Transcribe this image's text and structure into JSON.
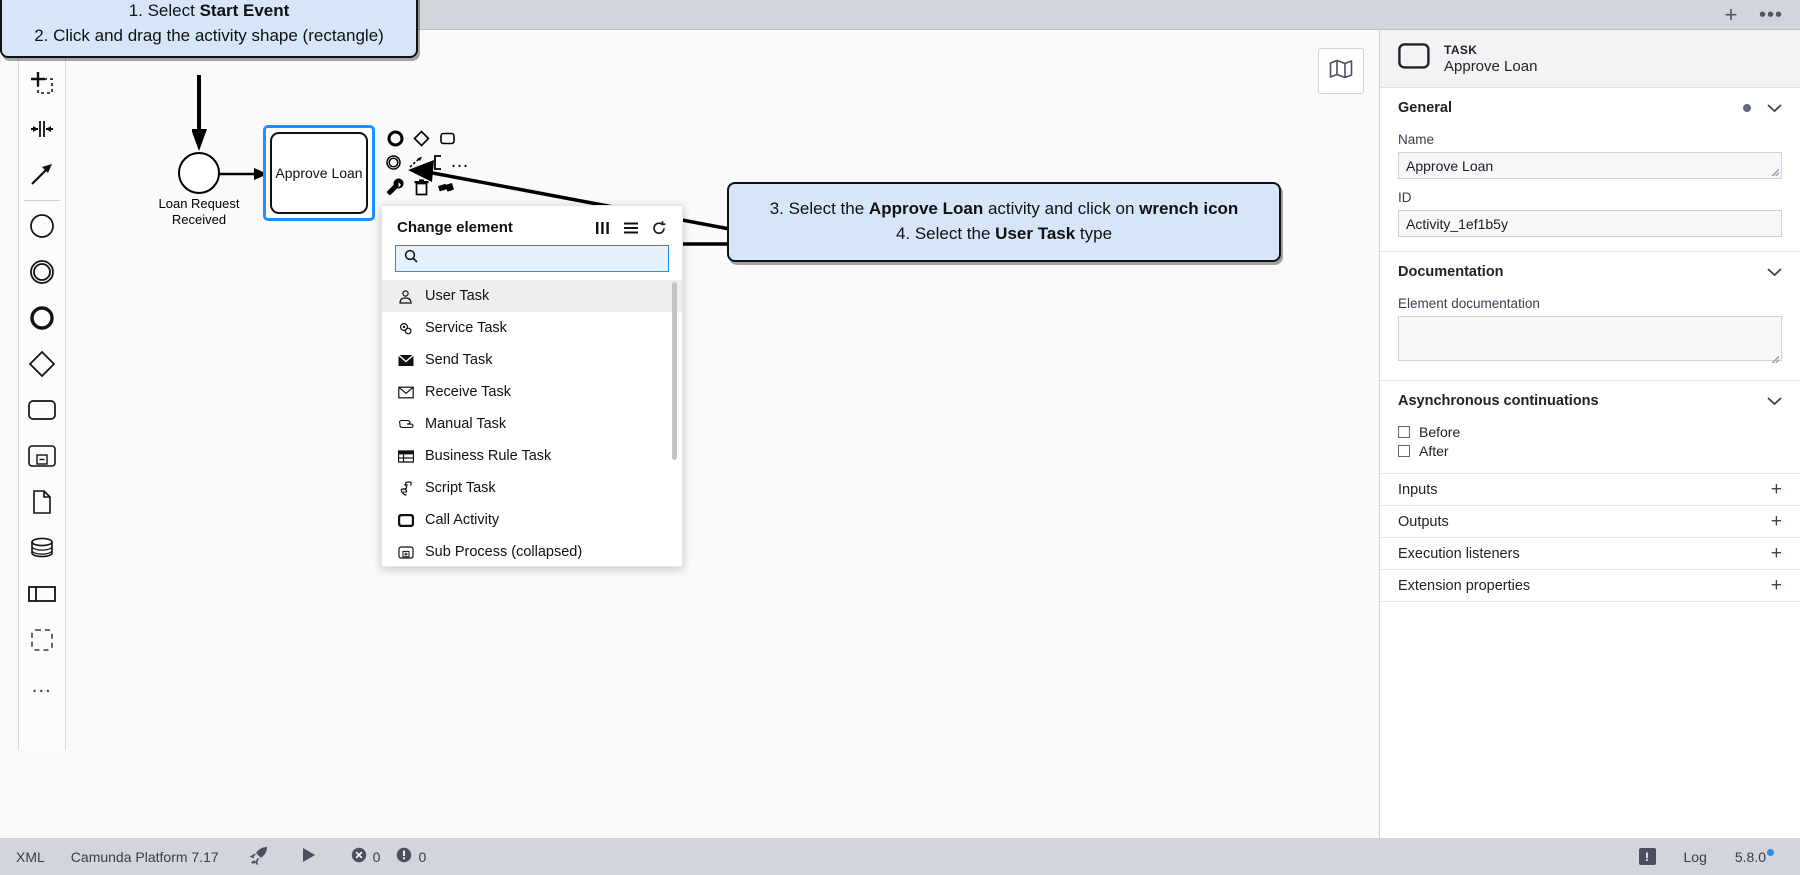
{
  "topbar": {
    "add_label": "+",
    "more_label": "•••"
  },
  "palette": {
    "items": [
      {
        "name": "lasso-tool-icon",
        "label": "Activate the lasso tool"
      },
      {
        "name": "space-tool-icon",
        "label": "Activate the create/remove space tool"
      },
      {
        "name": "connect-tool-icon",
        "label": "Activate the global connect tool"
      },
      {
        "name": "start-event-icon",
        "label": "Create StartEvent"
      },
      {
        "name": "intermediate-event-icon",
        "label": "Create Intermediate/Boundary Event"
      },
      {
        "name": "end-event-icon",
        "label": "Create EndEvent"
      },
      {
        "name": "gateway-icon",
        "label": "Create Gateway"
      },
      {
        "name": "task-icon",
        "label": "Create Task"
      },
      {
        "name": "subprocess-collapsed-icon",
        "label": "Create collapsed Sub Process"
      },
      {
        "name": "data-object-icon",
        "label": "Create DataObjectReference"
      },
      {
        "name": "data-store-icon",
        "label": "Create DataStoreReference"
      },
      {
        "name": "participant-icon",
        "label": "Create Pool/Participant"
      },
      {
        "name": "group-icon",
        "label": "Create Group"
      },
      {
        "name": "more-icon",
        "label": "More"
      }
    ]
  },
  "diagram": {
    "start_event_label": "Loan Request\nReceived",
    "start_event_label_line1": "Loan Request",
    "start_event_label_line2": "Received",
    "task_label": "Approve Loan",
    "selection_color": "#1e90ff",
    "context_pad": [
      {
        "name": "append-end-event-icon"
      },
      {
        "name": "append-gateway-icon"
      },
      {
        "name": "append-task-icon"
      },
      {
        "name": "append-intermediate-event-icon"
      },
      {
        "name": "append-text-annotation-icon"
      },
      {
        "name": "append-expand-icon"
      },
      {
        "name": "more-options-icon"
      },
      {
        "name": "wrench-icon"
      },
      {
        "name": "delete-icon"
      },
      {
        "name": "set-color-icon"
      },
      {
        "name": "connect-icon"
      }
    ]
  },
  "callouts": [
    {
      "id": "callout-1",
      "lines": [
        {
          "pre": "1. Select ",
          "bold": "Start Event",
          "post": ""
        },
        {
          "pre": "2. Click and drag the activity shape (rectangle)",
          "bold": "",
          "post": ""
        }
      ]
    },
    {
      "id": "callout-2",
      "lines": [
        {
          "pre": "3. Select the ",
          "bold": "Approve Loan",
          "mid": " activity and click on ",
          "bold2": "wrench icon",
          "post": ""
        },
        {
          "pre": "4. Select the ",
          "bold": "User Task",
          "post": " type"
        }
      ]
    }
  ],
  "change_element_popup": {
    "title": "Change element",
    "header_icons": [
      {
        "name": "columns-view-icon"
      },
      {
        "name": "list-view-icon"
      },
      {
        "name": "reset-icon"
      }
    ],
    "search": {
      "placeholder": "",
      "value": "",
      "icon": "search-icon"
    },
    "items": [
      {
        "label": "User Task",
        "icon": "user-task-icon",
        "selected": true
      },
      {
        "label": "Service Task",
        "icon": "service-task-icon",
        "selected": false
      },
      {
        "label": "Send Task",
        "icon": "send-task-icon",
        "selected": false
      },
      {
        "label": "Receive Task",
        "icon": "receive-task-icon",
        "selected": false
      },
      {
        "label": "Manual Task",
        "icon": "manual-task-icon",
        "selected": false
      },
      {
        "label": "Business Rule Task",
        "icon": "business-rule-task-icon",
        "selected": false
      },
      {
        "label": "Script Task",
        "icon": "script-task-icon",
        "selected": false
      },
      {
        "label": "Call Activity",
        "icon": "call-activity-icon",
        "selected": false
      },
      {
        "label": "Sub Process (collapsed)",
        "icon": "subprocess-collapsed-icon",
        "selected": false
      }
    ]
  },
  "minimap": {
    "icon": "map-icon"
  },
  "properties": {
    "header": {
      "type": "TASK",
      "name": "Approve Loan",
      "icon": "task-shape-icon"
    },
    "general": {
      "title": "General",
      "name_label": "Name",
      "name_value": "Approve Loan",
      "id_label": "ID",
      "id_value": "Activity_1ef1b5y"
    },
    "documentation": {
      "title": "Documentation",
      "field_label": "Element documentation",
      "field_value": ""
    },
    "async": {
      "title": "Asynchronous continuations",
      "before_label": "Before",
      "after_label": "After",
      "before_checked": false,
      "after_checked": false
    },
    "collapsed_groups": [
      {
        "label": "Inputs",
        "add": "+"
      },
      {
        "label": "Outputs",
        "add": "+"
      },
      {
        "label": "Execution listeners",
        "add": "+"
      },
      {
        "label": "Extension properties",
        "add": "+"
      }
    ]
  },
  "statusbar": {
    "xml_label": "XML",
    "platform_label": "Camunda Platform 7.17",
    "deploy_icon": "rocket-icon",
    "run_icon": "play-icon",
    "error_icon": "error-circle-icon",
    "error_count": "0",
    "warning_icon": "warning-circle-icon",
    "warning_count": "0",
    "notification_icon": "notification-icon",
    "log_label": "Log",
    "version_label": "5.8.0"
  }
}
